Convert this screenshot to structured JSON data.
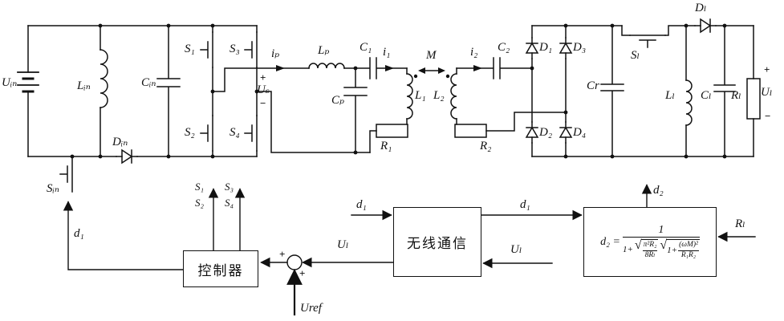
{
  "power": {
    "u_in": "Uᵢₙ",
    "l_in": "Lᵢₙ",
    "c_in": "Cᵢₙ",
    "d_in": "Dᵢₙ",
    "s_in": "Sᵢₙ",
    "s1": "S₁",
    "s2": "S₂",
    "s3": "S₃",
    "s4": "S₄",
    "plus": "+",
    "minus": "−",
    "u_s": "Uₛ",
    "i_p": "iₚ",
    "l_p": "Lₚ",
    "c_1": "C₁",
    "i_1": "i₁",
    "c_p": "Cₚ",
    "l_1": "L₁",
    "r_1": "R₁",
    "m": "M",
    "i_2": "i₂",
    "c_2": "C₂",
    "l_2": "L₂",
    "r_2": "R₂",
    "d1": "D₁",
    "d2": "D₂",
    "d3": "D₃",
    "d4": "D₄",
    "c_r": "Cr",
    "s_l": "Sₗ",
    "d_l": "Dₗ",
    "l_l": "Lₗ",
    "c_l": "Cₗ",
    "r_l": "Rₗ",
    "u_l": "Uₗ"
  },
  "control": {
    "controller": "控制器",
    "wireless": "无线通信",
    "s1": "S₁",
    "s2": "S₂",
    "s3": "S₃",
    "s4": "S₄",
    "d_1": "d₁",
    "d_2": "d₂",
    "u_l": "Uₗ",
    "u_ref": "Uref",
    "r_l": "Rₗ",
    "plus": "+"
  },
  "formula": {
    "lhs": "d₂ =",
    "numerator": "1",
    "den_prefix": "1+",
    "sqrt": "√",
    "rad1_num": "π²R₂",
    "rad1_den": "8Rₗ",
    "rad2_prefix": "1+",
    "rad2_num": "(ωM)²",
    "rad2_den": "R₁R₂"
  }
}
